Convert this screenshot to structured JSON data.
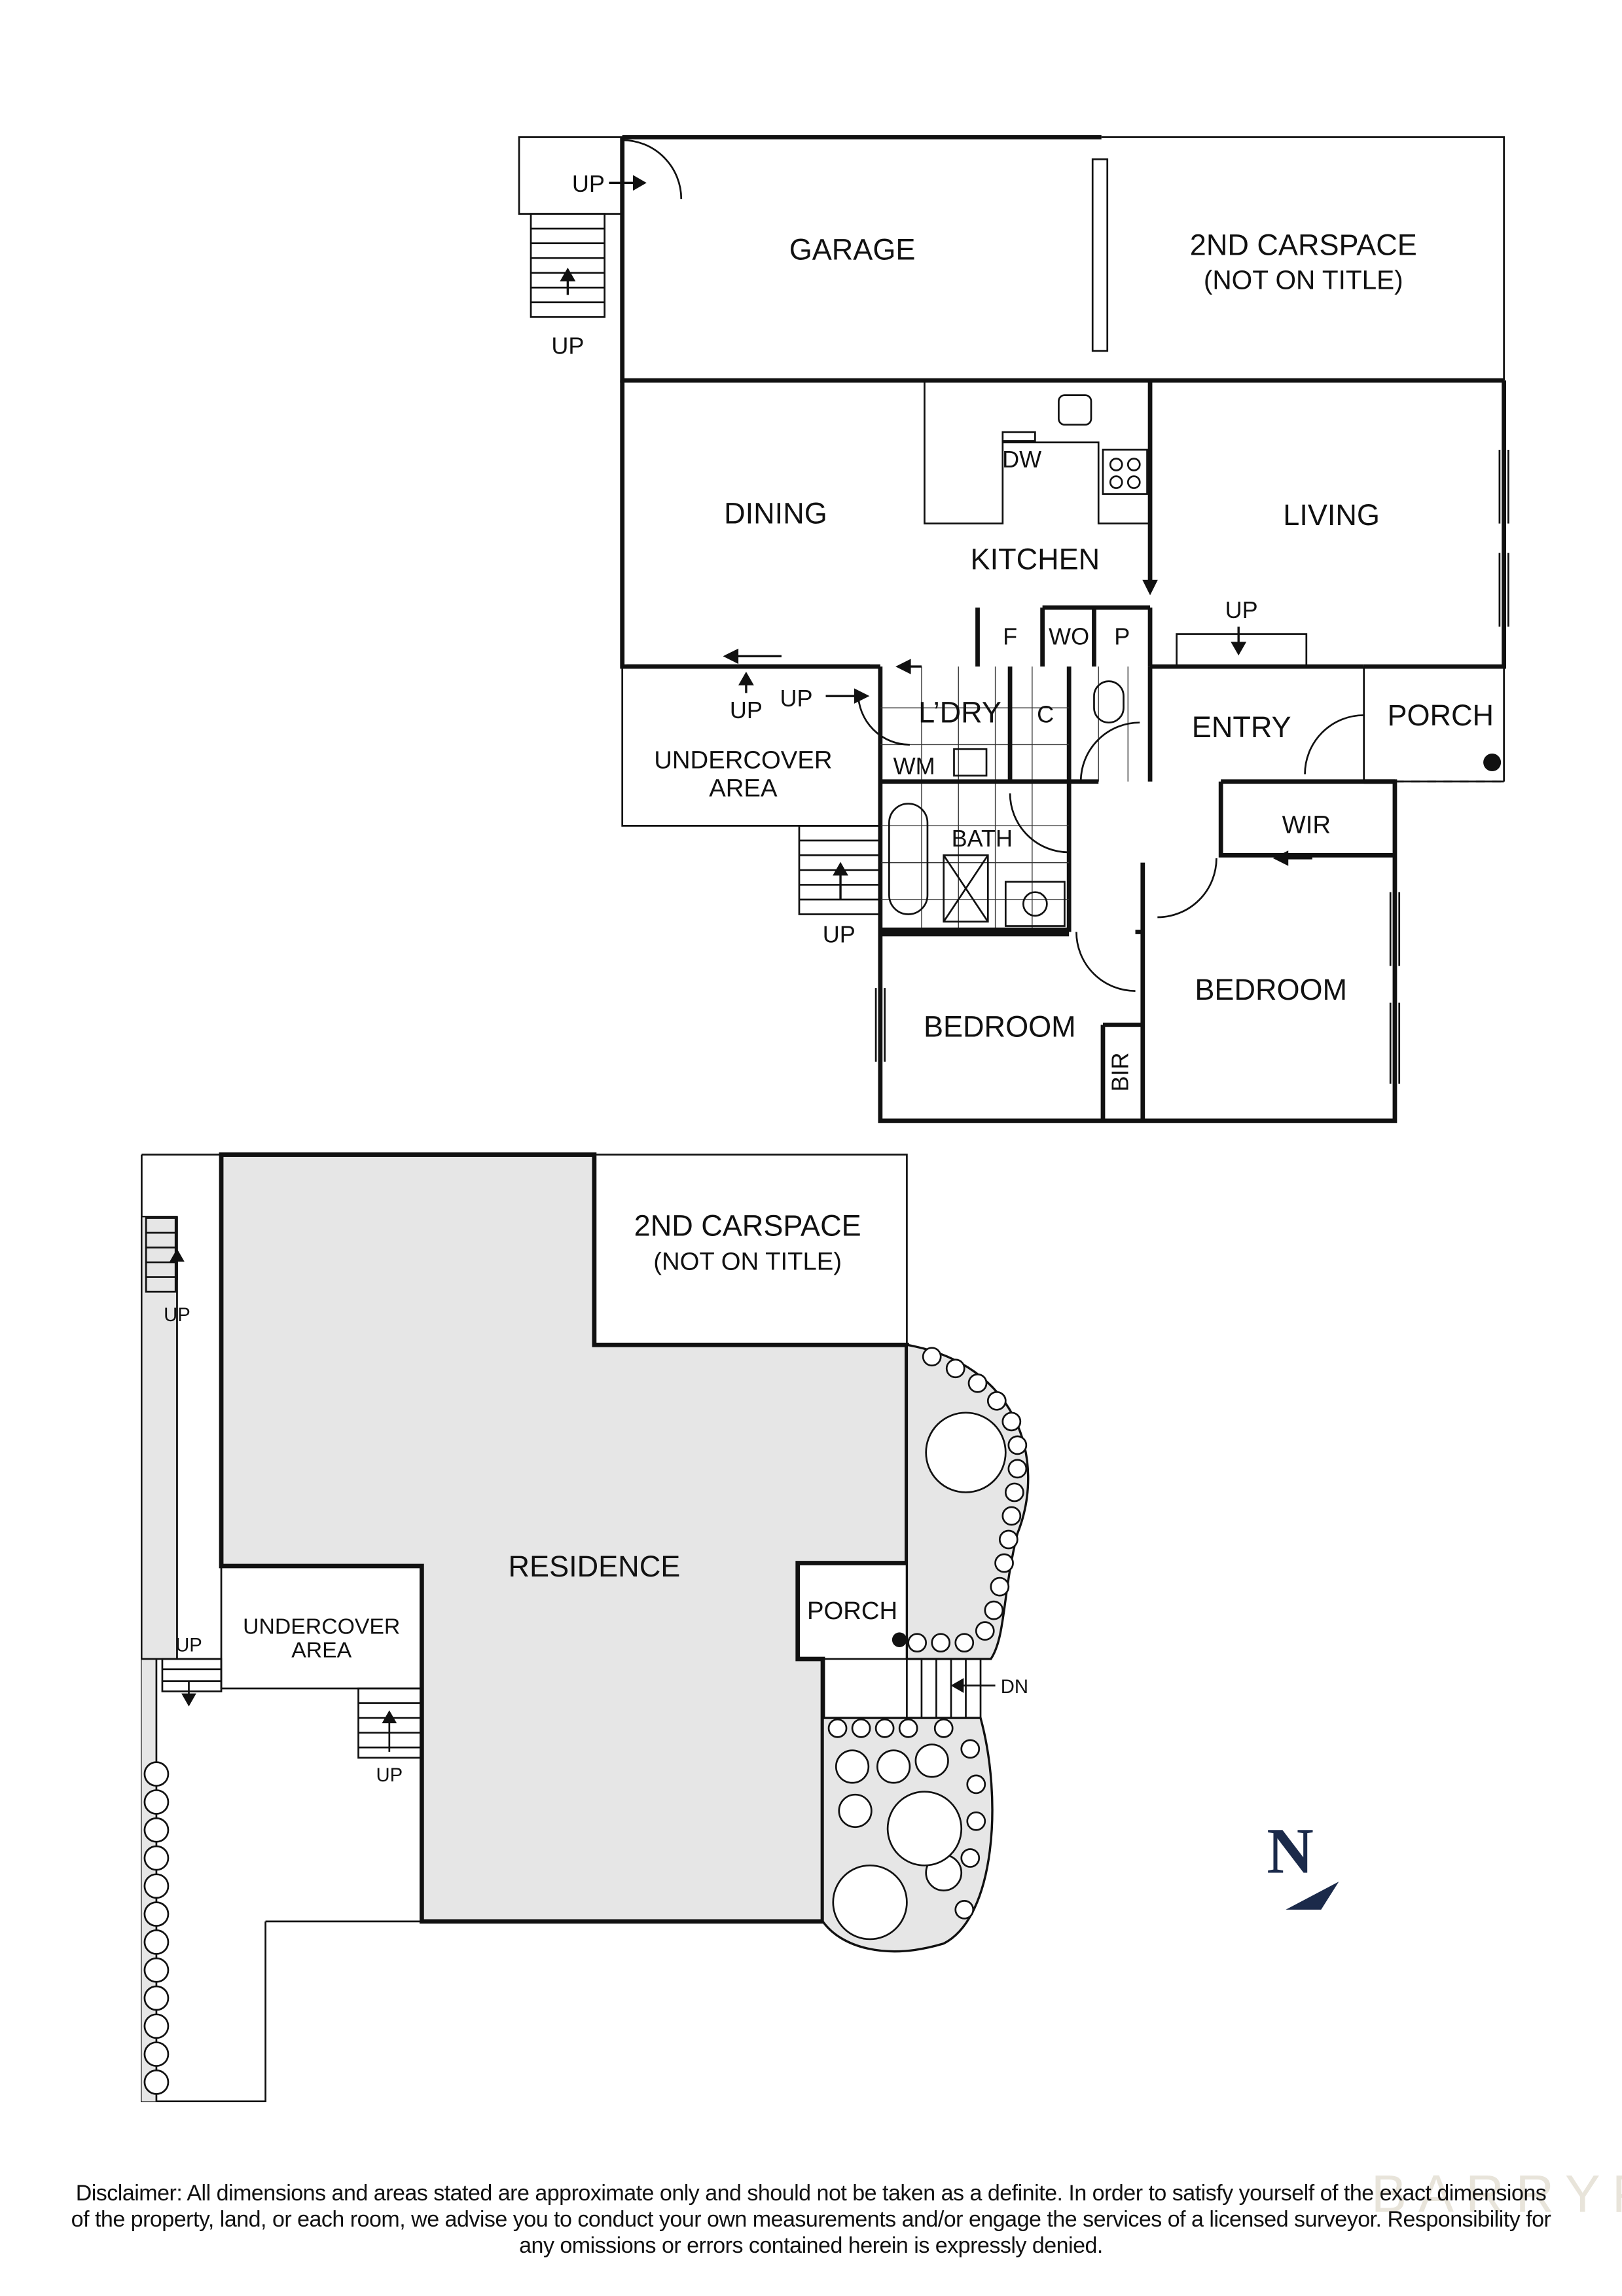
{
  "upper_plan": {
    "rooms": {
      "garage": "GARAGE",
      "carspace": "2ND CARSPACE",
      "carspace_note": "(NOT ON TITLE)",
      "dining": "DINING",
      "kitchen": "KITCHEN",
      "living": "LIVING",
      "dw": "DW",
      "fridge": "F",
      "wo": "WO",
      "pantry": "P",
      "laundry": "L’DRY",
      "cupboard": "C",
      "wm": "WM",
      "entry": "ENTRY",
      "porch": "PORCH",
      "undercover": "UNDERCOVER",
      "undercover2": "AREA",
      "bath": "BATH",
      "wir": "WIR",
      "bedroom1": "BEDROOM",
      "bedroom2": "BEDROOM",
      "bir": "BIR"
    },
    "stair_labels": [
      "UP",
      "UP",
      "UP",
      "UP",
      "UP",
      "UP"
    ]
  },
  "site_plan": {
    "residence": "RESIDENCE",
    "carspace": "2ND CARSPACE",
    "carspace_note": "(NOT ON TITLE)",
    "undercover": "UNDERCOVER",
    "undercover2": "AREA",
    "porch": "PORCH",
    "stair_labels": [
      "UP",
      "UP",
      "UP",
      "DN"
    ],
    "fill_color": "#e6e6e6"
  },
  "north": "N",
  "north_color": "#1b2a4a",
  "watermark": "BARRYPLANT",
  "disclaimer": "Disclaimer: All dimensions and areas stated are approximate only and should not be taken as a definite. In order to satisfy yourself of the exact dimensions of the property, land, or each room, we advise you to conduct your own measurements and/or engage the services of a licensed surveyor. Responsibility for any omissions or errors contained herein is expressly denied."
}
